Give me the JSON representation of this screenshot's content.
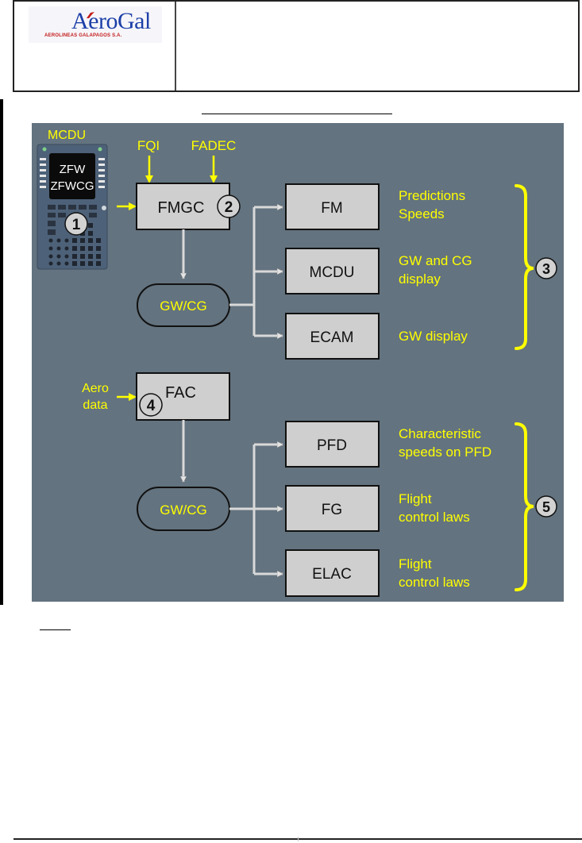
{
  "header": {
    "logo": {
      "name": "AeroGal",
      "tagline": "AEROLINEAS GALAPAGOS S.A."
    },
    "right_cell_text": ""
  },
  "diagram": {
    "colors": {
      "panel_bg": "#63737f",
      "box_fill": "#cfcfcf",
      "label_yellow": "#ffff00",
      "connector": "#d9d9d9"
    },
    "mcdu": {
      "label": "MCDU",
      "screen_lines": [
        "ZFW",
        "ZFWCG"
      ],
      "callout": "1"
    },
    "inputs": {
      "fqi": "FQI",
      "fadec": "FADEC",
      "aero_data": [
        "Aero",
        "data"
      ]
    },
    "fmgc": {
      "label": "FMGC",
      "callout": "2"
    },
    "fac": {
      "label": "FAC",
      "callout": "4"
    },
    "gwcg_upper": {
      "label": "GW/CG"
    },
    "gwcg_lower": {
      "label": "GW/CG"
    },
    "group_upper": {
      "callout": "3",
      "items": [
        {
          "box": "FM",
          "desc": [
            "Predictions",
            "Speeds"
          ]
        },
        {
          "box": "MCDU",
          "desc": [
            "GW and CG",
            "display"
          ]
        },
        {
          "box": "ECAM",
          "desc": [
            "GW display"
          ]
        }
      ]
    },
    "group_lower": {
      "callout": "5",
      "items": [
        {
          "box": "PFD",
          "desc": [
            "Characteristic",
            "speeds on PFD"
          ]
        },
        {
          "box": "FG",
          "desc": [
            "Flight",
            "control laws"
          ]
        },
        {
          "box": "ELAC",
          "desc": [
            "Flight",
            "control laws"
          ]
        }
      ]
    }
  }
}
